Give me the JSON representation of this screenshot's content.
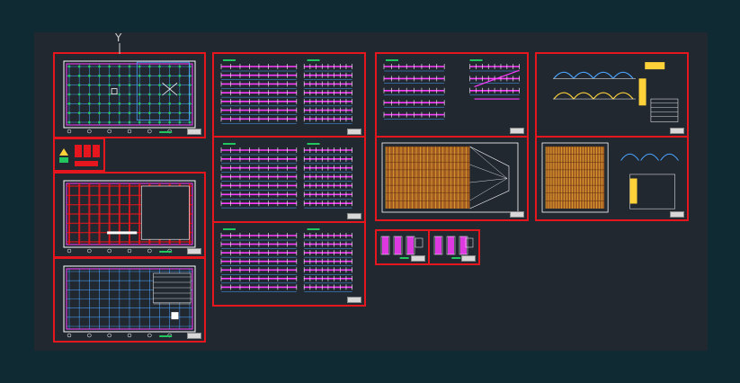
{
  "viewport": {
    "background": "#0f2a33",
    "modelspace": "#212830"
  },
  "ucs": {
    "axis_label": "Y"
  },
  "colors": {
    "frame": "#e5161d",
    "grid": "#ffffff",
    "structure": "#ff3bff",
    "accent_blue": "#4aa3ff",
    "accent_green": "#22c55e",
    "accent_yellow": "#ffd23a",
    "timber": "#c46a1f",
    "cyan": "#33d1e6"
  },
  "sheets": [
    {
      "id": "s1",
      "kind": "floor-plan-dots"
    },
    {
      "id": "s2",
      "kind": "legend-blocks"
    },
    {
      "id": "s3",
      "kind": "floor-plan-red"
    },
    {
      "id": "s4",
      "kind": "floor-plan-grid"
    },
    {
      "id": "s5",
      "kind": "beam-elevations"
    },
    {
      "id": "s6",
      "kind": "beam-elevations"
    },
    {
      "id": "s7",
      "kind": "beam-elevations"
    },
    {
      "id": "s8",
      "kind": "beam-elevations-sparse"
    },
    {
      "id": "s9",
      "kind": "roof-plan-timber"
    },
    {
      "id": "s10",
      "kind": "column-details"
    },
    {
      "id": "s11",
      "kind": "column-details"
    },
    {
      "id": "s12",
      "kind": "arch-sections"
    },
    {
      "id": "s13",
      "kind": "roof-plan-partial"
    }
  ]
}
